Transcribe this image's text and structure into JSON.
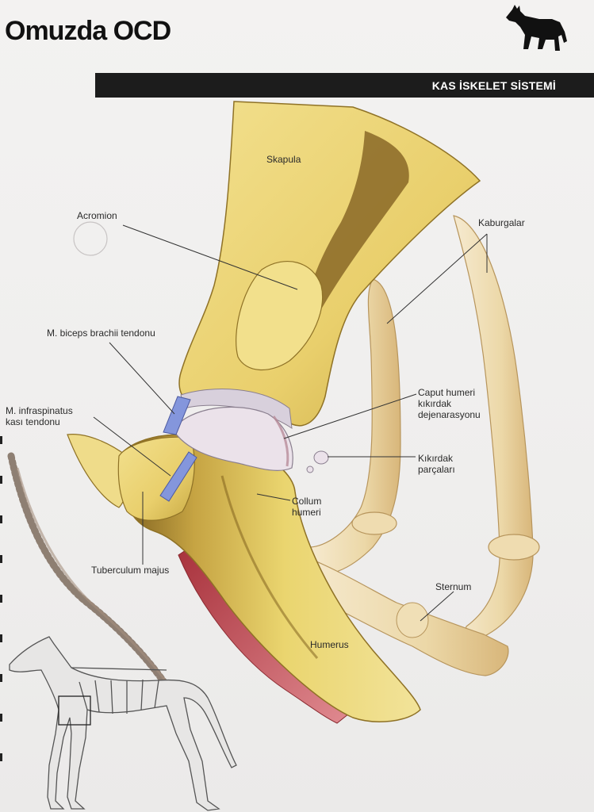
{
  "header": {
    "title": "Omuzda OCD",
    "banner": "KAS İSKELET SİSTEMİ",
    "logo_icon": "german-shepherd-silhouette-icon"
  },
  "labels": {
    "skapula": "Skapula",
    "acromion": "Acromion",
    "kaburgalar": "Kaburgalar",
    "biceps": "M. biceps brachii tendonu",
    "infraspinatus_1": "M. infraspinatus",
    "infraspinatus_2": "kası tendonu",
    "caput_1": "Caput humeri",
    "caput_2": "kıkırdak",
    "caput_3": "dejenarasyonu",
    "kikirdak_1": "Kıkırdak",
    "kikirdak_2": "parçaları",
    "collum_1": "Collum",
    "collum_2": "humeri",
    "tuberculum": "Tuberculum majus",
    "sternum": "Sternum",
    "humerus": "Humerus"
  },
  "colors": {
    "bone": "#ecd77e",
    "bone_shadow": "#b99a3a",
    "rib": "#eedcb0",
    "cartilage": "#e8dfe6",
    "tendon": "#7e8fd4",
    "muscle": "#c0474e",
    "banner": "#1c1c1c"
  }
}
